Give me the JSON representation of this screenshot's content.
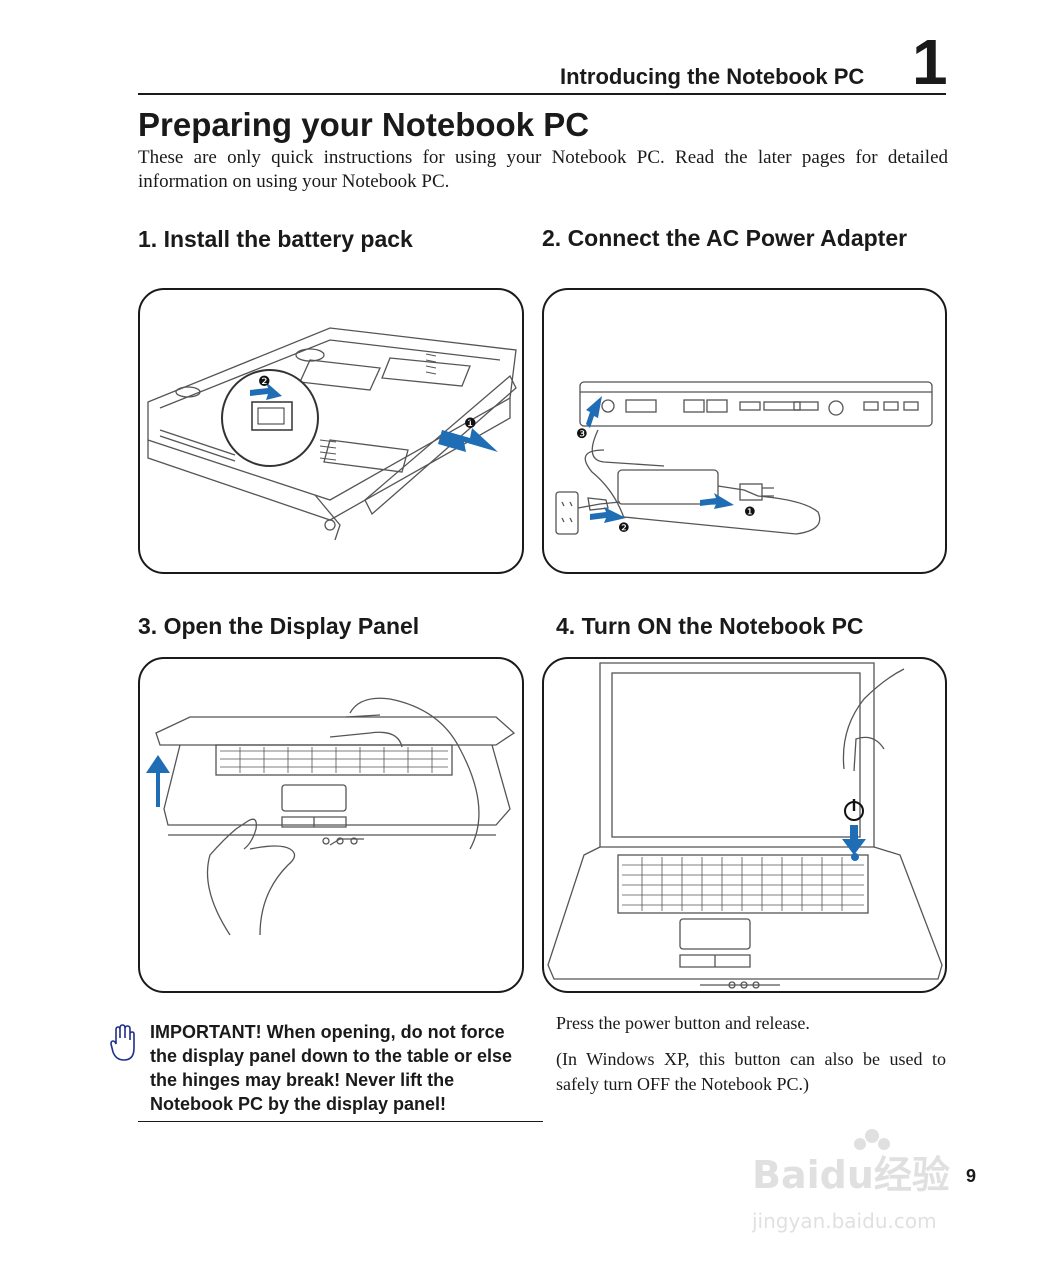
{
  "header": {
    "chapter_title": "Introducing the Notebook PC",
    "chapter_number": "1"
  },
  "page_title": "Preparing your Notebook PC",
  "intro_text": "These are only quick instructions for using your Notebook PC. Read the later pages for detailed information on using your Notebook PC.",
  "steps": [
    {
      "heading": "1. Install the battery pack"
    },
    {
      "heading": "2. Connect the AC Power Adapter"
    },
    {
      "heading": "3. Open the Display Panel"
    },
    {
      "heading": "4. Turn ON the Notebook PC"
    }
  ],
  "illustration_markers": {
    "battery": [
      "❷",
      "❶"
    ],
    "adapter": [
      "❸",
      "❷",
      "❶"
    ]
  },
  "important_note": "IMPORTANT!  When opening, do not force the display panel down to the table or else the hinges may break! Never lift the Notebook PC by the display panel!",
  "power_instructions": {
    "press_text": "Press the power button and release.",
    "note_text": "(In Windows XP, this button can also be used to safely turn OFF the Notebook PC.)"
  },
  "page_number": "9",
  "watermark": {
    "brand": "Baidu经验",
    "url": "jingyan.baidu.com"
  },
  "colors": {
    "text": "#1a1a1a",
    "arrow_blue": "#1f6db5",
    "line_art": "#555555"
  },
  "icons": [
    "raised-hand-icon",
    "power-icon",
    "arrow-up-icon",
    "arrow-down-icon"
  ]
}
